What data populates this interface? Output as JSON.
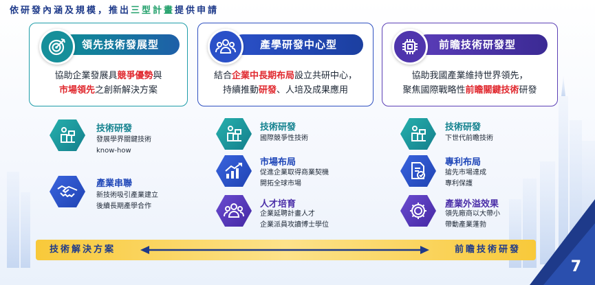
{
  "heading": {
    "pre": "依研發內涵及規模，推出",
    "highlight": "三型計畫",
    "post": "提供申請"
  },
  "colors": {
    "teal": "#1d9ca8",
    "blue": "#2a50c8",
    "purple": "#4f35ad",
    "red": "#e0282e",
    "navy": "#1e3a8a",
    "yellow": "#f8c93a"
  },
  "cards": [
    {
      "title": "領先技術發展型",
      "icon": "target-icon",
      "desc1_pre": "協助企業發展具",
      "desc1_red": "競爭優勢",
      "desc1_post": "與",
      "desc2_red": "市場領先",
      "desc2_post": "之創新解決方案"
    },
    {
      "title": "產學研發中心型",
      "icon": "people-group-icon",
      "desc1_pre": "結合",
      "desc1_red": "企業中長期布局",
      "desc1_post": "設立共研中心，",
      "desc2_pre": "持續推動",
      "desc2_red": "研發",
      "desc2_post": "、人培及成果應用"
    },
    {
      "title": "前瞻技術研發型",
      "icon": "chip-icon",
      "desc1": "協助我國產業維持世界領先，",
      "desc2_pre": "聚焦國際戰略性",
      "desc2_red": "前瞻關鍵技術",
      "desc2_post": "研發"
    }
  ],
  "col1": [
    {
      "title": "技術研發",
      "icon": "researcher-icon",
      "lines": [
        "發展學界關鍵技術",
        "know-how"
      ]
    },
    {
      "title": "產業串聯",
      "icon": "handshake-icon",
      "lines": [
        "新技術吸引產業建立",
        "後續長期產學合作"
      ]
    }
  ],
  "col2": [
    {
      "title": "技術研發",
      "icon": "researcher-icon",
      "lines": [
        "國際競爭性技術"
      ]
    },
    {
      "title": "市場布局",
      "icon": "growth-chart-icon",
      "lines": [
        "促進企業取得商業契機",
        "開拓全球市場"
      ]
    },
    {
      "title": "人才培育",
      "icon": "people-group-icon",
      "lines": [
        "企業延聘計畫人才",
        "企業派員攻讀博士學位"
      ]
    }
  ],
  "col3": [
    {
      "title": "技術研發",
      "icon": "researcher-icon",
      "lines": [
        "下世代前瞻技術"
      ]
    },
    {
      "title": "專利布局",
      "icon": "patent-document-icon",
      "lines": [
        "搶先市場達成",
        "專利保護"
      ]
    },
    {
      "title": "產業外溢效果",
      "icon": "gear-icon",
      "lines": [
        "領先廠商以大帶小",
        "帶動產業蓬勃"
      ]
    }
  ],
  "bar": {
    "left": "技術解決方案",
    "right": "前瞻技術研發"
  },
  "page_number": "7"
}
